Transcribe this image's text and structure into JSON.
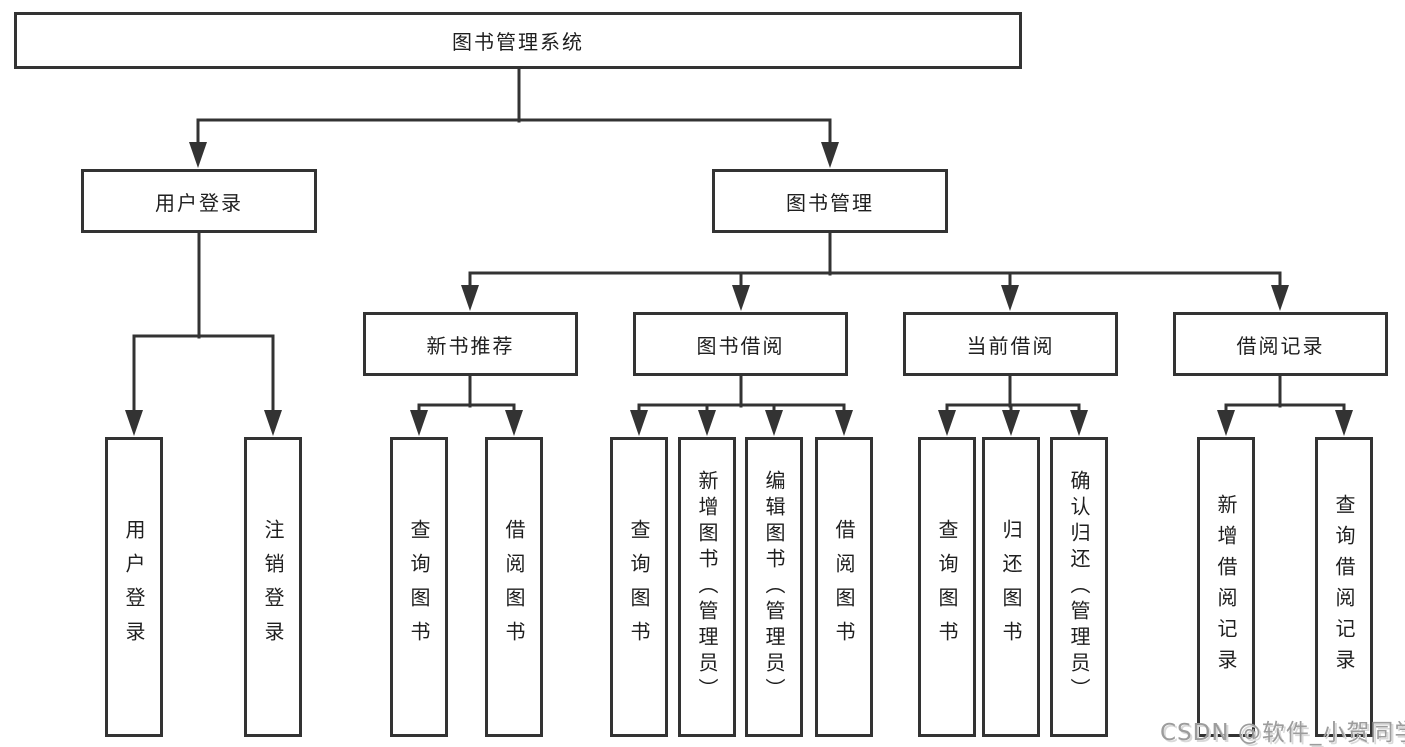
{
  "diagram": {
    "root": "图书管理系统",
    "branches": [
      {
        "label": "用户登录",
        "children": [
          "用户登录",
          "注销登录"
        ]
      },
      {
        "label": "图书管理",
        "sections": [
          {
            "label": "新书推荐",
            "children": [
              "查询图书",
              "借阅图书"
            ]
          },
          {
            "label": "图书借阅",
            "children": [
              "查询图书",
              "新增图书（管理员）",
              "编辑图书（管理员）",
              "借阅图书"
            ]
          },
          {
            "label": "当前借阅",
            "children": [
              "查询图书",
              "归还图书",
              "确认归还（管理员）"
            ]
          },
          {
            "label": "借阅记录",
            "children": [
              "新增借阅记录",
              "查询借阅记录"
            ]
          }
        ]
      }
    ],
    "colors": {
      "line": "#333333",
      "text": "#1f1f1f",
      "watermark": "#9c9c9c"
    },
    "watermark": "CSDN @软件_小贺同学"
  }
}
